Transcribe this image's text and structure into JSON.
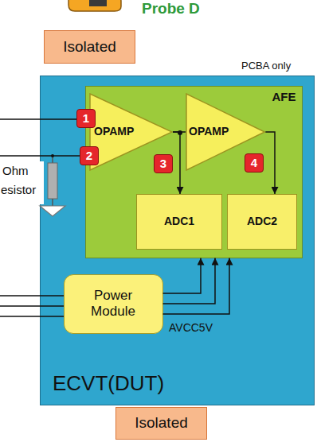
{
  "diagram": {
    "nodes": [
      {
        "text": [
          "Isolated"
        ]
      },
      {
        "text": [
          "ECVT(DUT)"
        ]
      },
      {
        "text": [
          "AFE"
        ],
        "in": 1
      },
      {
        "text": [
          "OPAMP"
        ],
        "in": 2
      },
      {
        "text": [
          "OPAMP"
        ],
        "in": 2
      },
      {
        "text": [
          "ADC1"
        ],
        "in": 2
      },
      {
        "text": [
          "ADC2"
        ],
        "in": 2
      },
      {
        "text": [
          "Power Module"
        ],
        "in": 1
      },
      {
        "text": [
          "Isolated"
        ]
      }
    ],
    "edges": [
      {
        "from": 3,
        "to": 4,
        "arrow": "none"
      },
      {
        "from": 3,
        "to": 5,
        "arrow": "to"
      },
      {
        "from": 4,
        "to": 6,
        "arrow": "to"
      },
      {
        "from": 7,
        "to": 2,
        "arrow": "to"
      },
      {
        "from": 7,
        "to": 2,
        "arrow": "to"
      },
      {
        "from": 7,
        "to": 2,
        "arrow": "to"
      }
    ],
    "labels": [
      "Probe D",
      "PCBA only",
      "1",
      "2",
      "3",
      "4",
      "Ohm",
      "esistor",
      "AVCC5V"
    ]
  }
}
